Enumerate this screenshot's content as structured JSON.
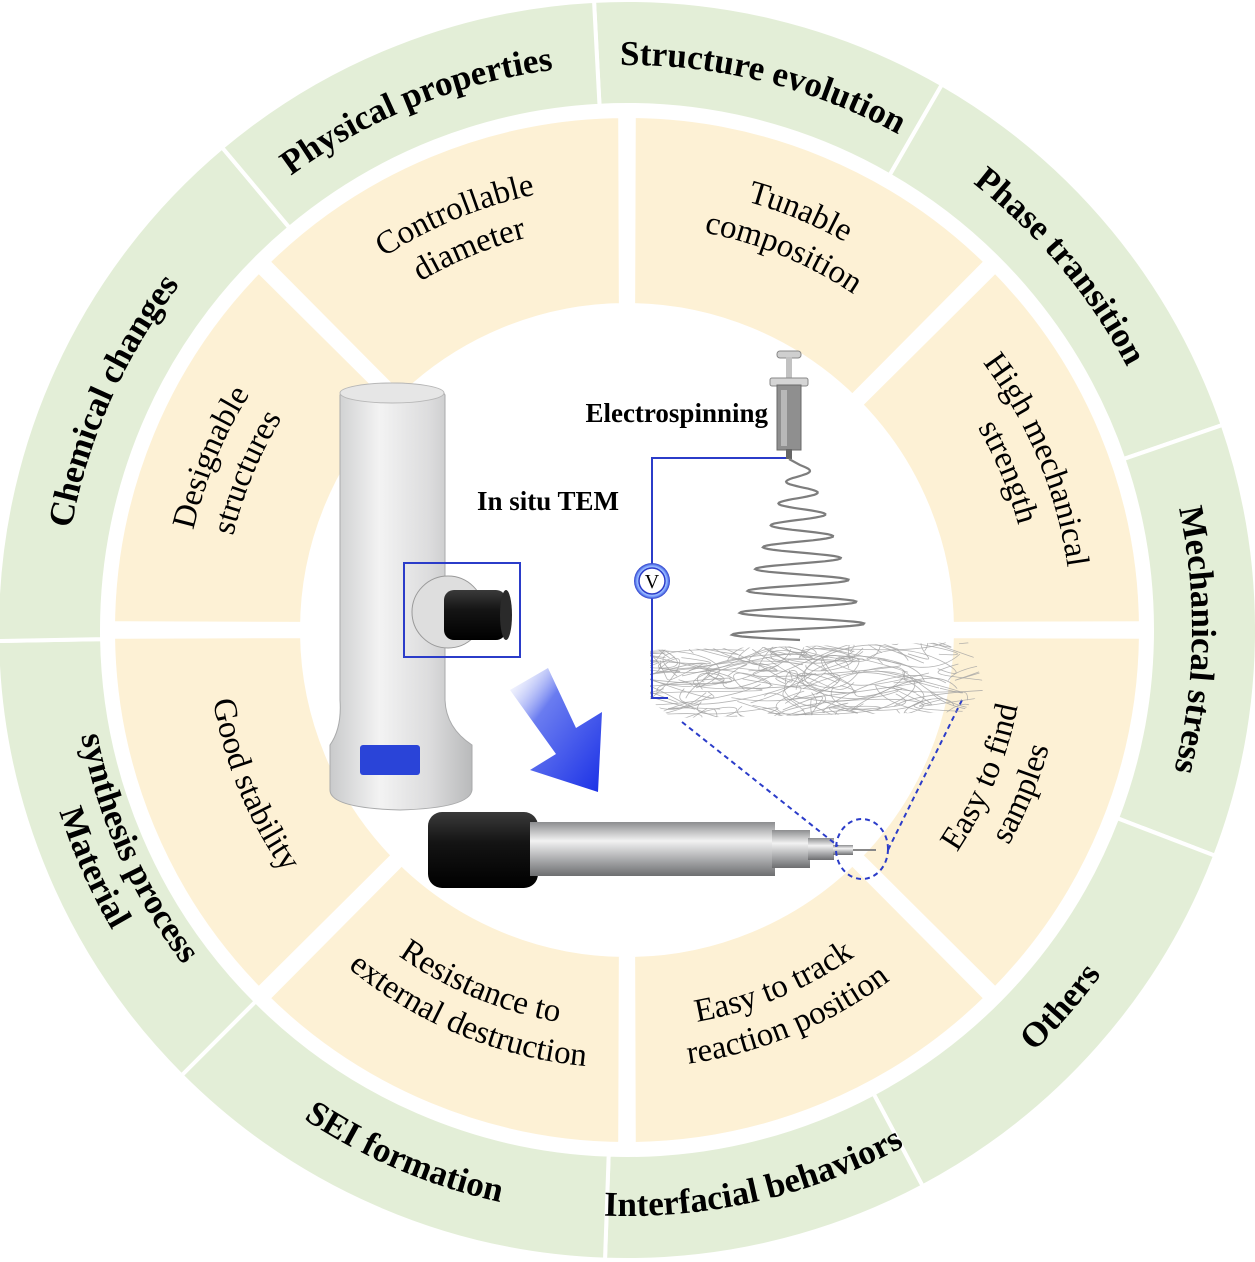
{
  "colors": {
    "outer_ring": "#e3eed7",
    "inner_ring": "#fdf1d5",
    "separator": "#ffffff",
    "circuit": "#2b3cc9",
    "arrow": "#2038e6"
  },
  "outer_ring": [
    "Structure evolution",
    "Phase transition",
    "Mechanical stress",
    "Others",
    "Interfacial  behaviors",
    "SEI formation",
    "Material synthesis process",
    "Chemical changes",
    "Physical properties"
  ],
  "inner_ring": [
    [
      "Tunable",
      "composition"
    ],
    [
      "High mechanical",
      "strength"
    ],
    [
      "Easy to find",
      "samples"
    ],
    [
      "Easy to track",
      "reaction position"
    ],
    [
      "Resistance to",
      "external destruction"
    ],
    [
      "Good stability"
    ],
    [
      "Designable",
      "structures"
    ],
    [
      "Controllable",
      "diameter"
    ]
  ],
  "center": {
    "electrospinning_label": "Electrospinning",
    "tem_label": "In situ TEM",
    "voltmeter_symbol": "V",
    "illustrations": [
      "tem-column",
      "tem-holder",
      "syringe",
      "fiber-jet",
      "fiber-mat"
    ]
  }
}
